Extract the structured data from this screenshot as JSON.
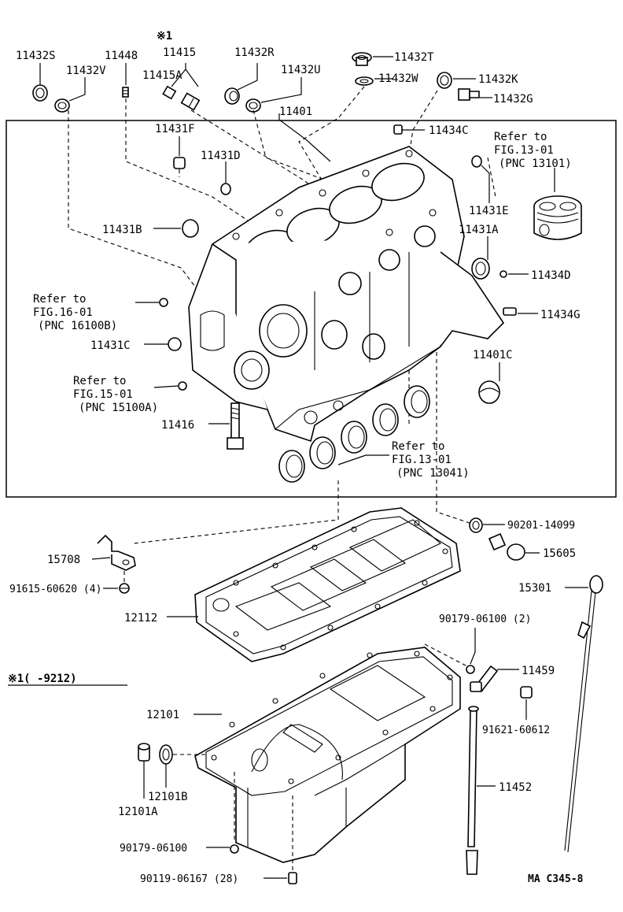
{
  "note_mark": {
    "symbol": "※1",
    "range_label": "※1(    -9212)"
  },
  "labels": {
    "p11432S": "11432S",
    "p11448": "11448",
    "p11415": "11415",
    "p11415A": "11415A",
    "p11432V": "11432V",
    "p11432R": "11432R",
    "p11432U": "11432U",
    "p11432T": "11432T",
    "p11432W": "11432W",
    "p11432K": "11432K",
    "p11432G": "11432G",
    "p11401": "11401",
    "p11434C": "11434C",
    "p11431F": "11431F",
    "p11431D": "11431D",
    "p11431E": "11431E",
    "p11431B": "11431B",
    "p11431A": "11431A",
    "p11434D": "11434D",
    "p11434G": "11434G",
    "p11431C": "11431C",
    "p11401C": "11401C",
    "p11416": "11416",
    "p90201": "90201-14099",
    "p15605": "15605",
    "p15708": "15708",
    "p91615": "91615-60620 (4)",
    "p15301": "15301",
    "p12112": "12112",
    "p90179a": "90179-06100 (2)",
    "p11459": "11459",
    "p12101": "12101",
    "p91621": "91621-60612",
    "p12101B": "12101B",
    "p12101A": "12101A",
    "p11452": "11452",
    "p90179b": "90179-06100",
    "p90119": "90119-06167 (28)",
    "diagram_code": "MA C345-8"
  },
  "refs": {
    "piston": {
      "line1": "Refer to",
      "line2": "FIG.13-01",
      "line3": "(PNC 13101)"
    },
    "fig16": {
      "line1": "Refer to",
      "line2": "FIG.16-01",
      "line3": "(PNC 16100B)"
    },
    "fig15": {
      "line1": "Refer to",
      "line2": "FIG.15-01",
      "line3": "(PNC 15100A)"
    },
    "bearing": {
      "line1": "Refer to",
      "line2": "FIG.13-01",
      "line3": "(PNC 13041)"
    }
  }
}
